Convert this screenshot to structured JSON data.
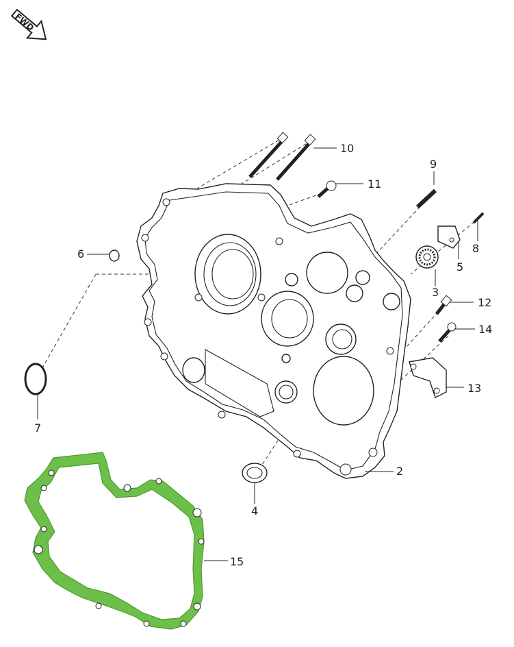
{
  "fwd_badge": "FWD",
  "callouts": {
    "c2": "2",
    "c3": "3",
    "c4": "4",
    "c5": "5",
    "c6": "6",
    "c7": "7",
    "c8": "8",
    "c9": "9",
    "c10": "10",
    "c11": "11",
    "c12": "12",
    "c13": "13",
    "c14": "14",
    "c15": "15"
  },
  "colors": {
    "gasket": "#6cc04a",
    "line": "#222222"
  }
}
